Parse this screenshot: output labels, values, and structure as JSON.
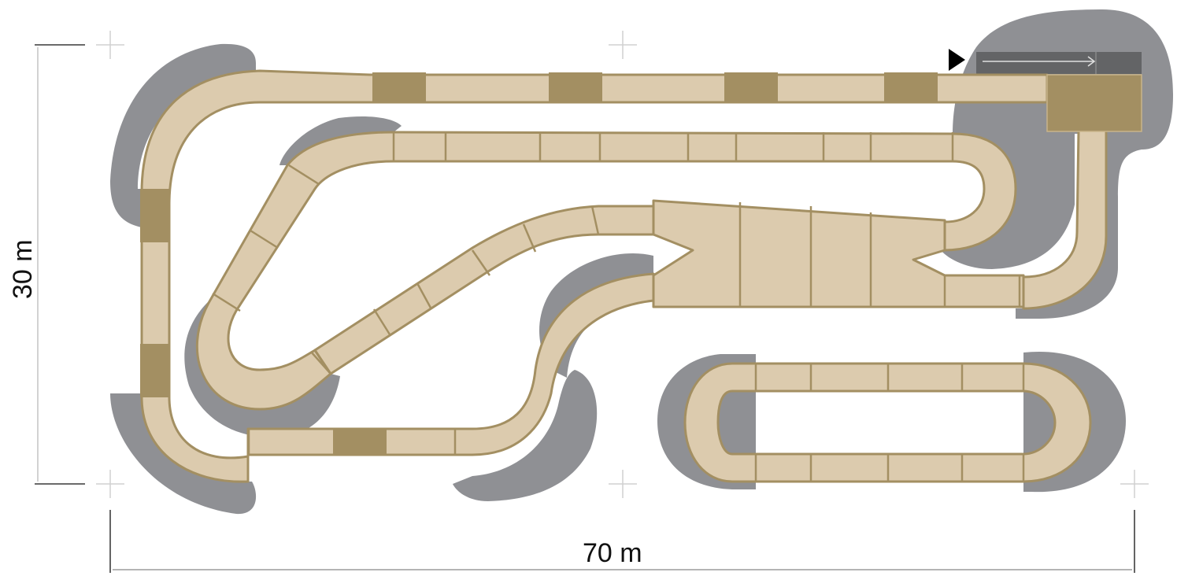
{
  "diagram": {
    "type": "track-layout",
    "dimensions": {
      "width_label": "70 m",
      "height_label": "30 m"
    },
    "colors": {
      "track_fill": "#dccbae",
      "track_edge": "#a38f62",
      "marker_block": "#a38f62",
      "runoff_gray": "#8f9094",
      "pit_dark": "#636466",
      "dimension_line": "#111111",
      "corner_cross": "#d0d0d0"
    },
    "elements": {
      "start_marker": "start-direction-arrow",
      "pit_lane": "pit-lane-with-arrow",
      "start_grid_box": "start-box",
      "oval_section": "separate-oval-loop"
    }
  }
}
